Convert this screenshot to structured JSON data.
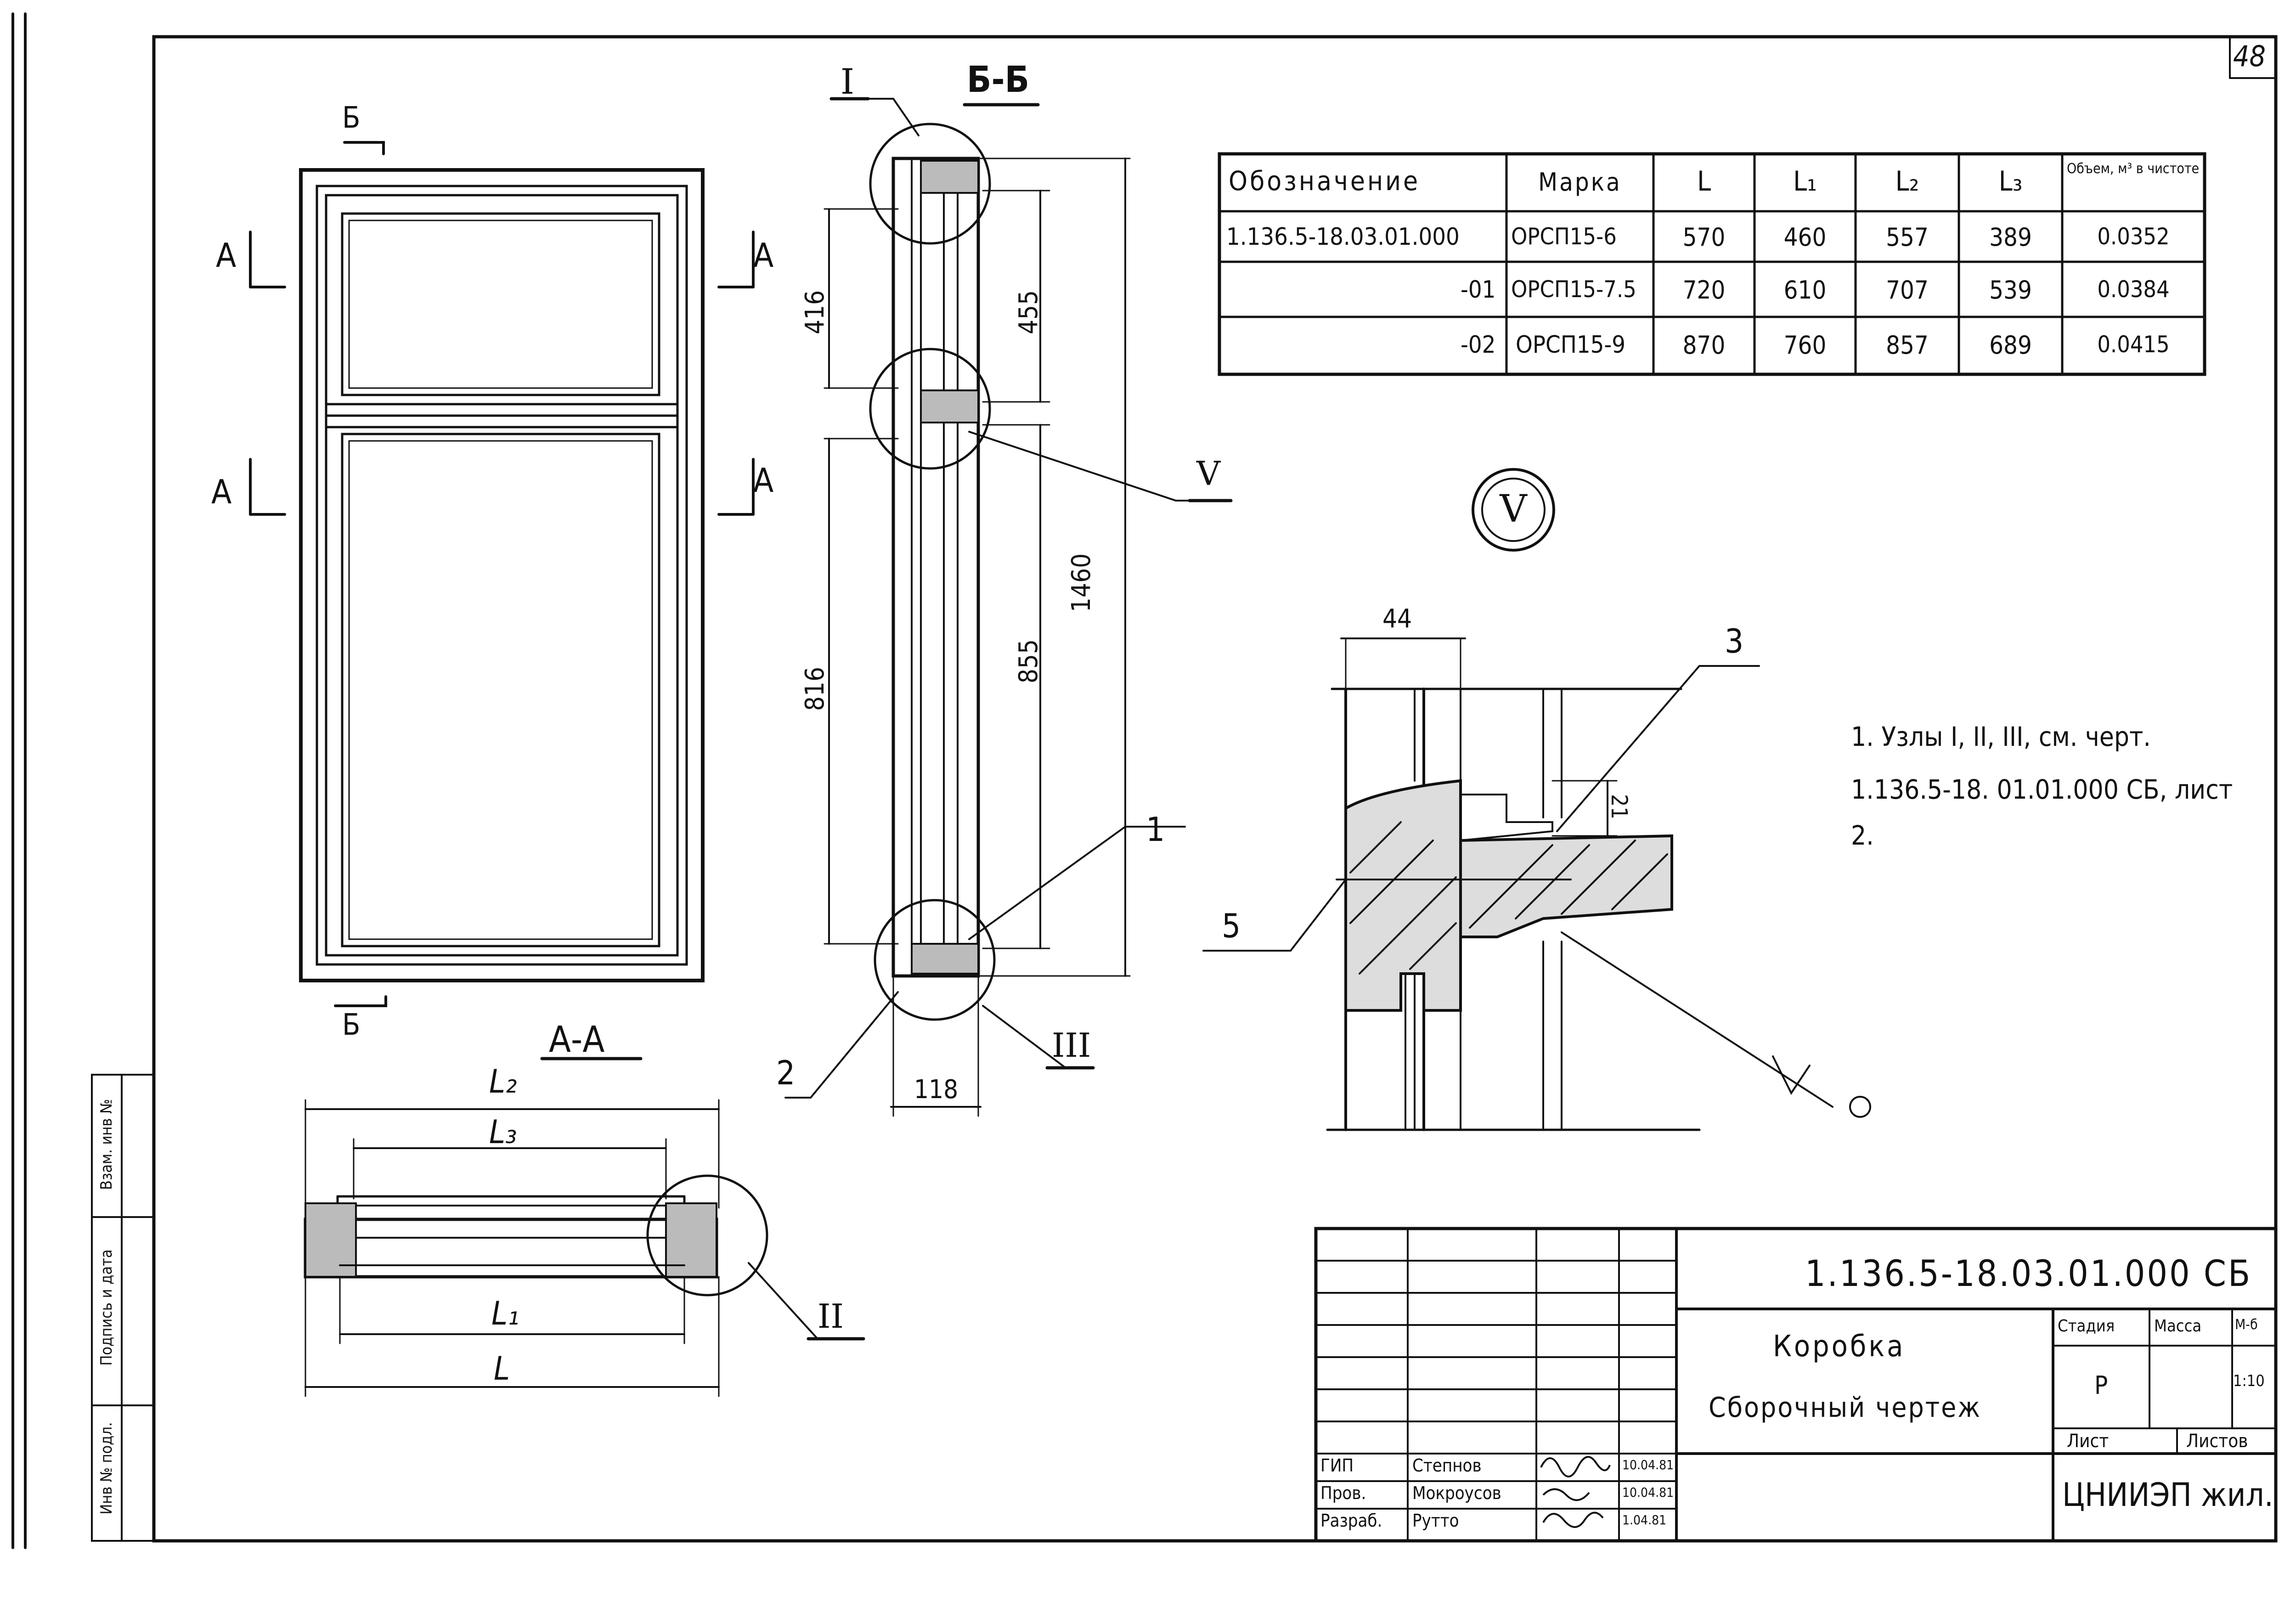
{
  "sheet_number": "48",
  "views": {
    "section_bb": "Б-Б",
    "section_aa": "А-А",
    "cut_b": "Б",
    "cut_a": "А",
    "node_callout_1": "I",
    "node_callout_2": "II",
    "node_callout_3": "III",
    "node_callout_5": "V",
    "node_v_title": "V"
  },
  "dimensions": {
    "d416": "416",
    "d455": "455",
    "d1460": "1460",
    "d816": "816",
    "d855": "855",
    "d118": "118",
    "d44": "44",
    "d21": "21",
    "L2": "L₂",
    "L3": "L₃",
    "L1": "L₁",
    "L": "L"
  },
  "positions": {
    "p1": "1",
    "p2": "2",
    "p3": "3",
    "p5": "5"
  },
  "spec_table": {
    "headers": [
      "Обозначение",
      "Марка",
      "L",
      "L₁",
      "L₂",
      "L₃",
      "Объем, м³ в чистоте"
    ],
    "rows": [
      [
        "1.136.5-18.03.01.000",
        "ОРСП15-6",
        "570",
        "460",
        "557",
        "389",
        "0.0352"
      ],
      [
        "-01",
        "ОРСП15-7.5",
        "720",
        "610",
        "707",
        "539",
        "0.0384"
      ],
      [
        "-02",
        "ОРСП15-9",
        "870",
        "760",
        "857",
        "689",
        "0.0415"
      ]
    ]
  },
  "note": {
    "line1": "1. Узлы I, II, III, см. черт.",
    "line2": "1.136.5-18. 01.01.000 СБ, лист",
    "line3": "2."
  },
  "title_block": {
    "doc_code": "1.136.5-18.03.01.000 СБ",
    "title1": "Коробка",
    "title2": "Сборочный чертеж",
    "stage_label": "Стадия",
    "mass_label": "Масса",
    "scale_label": "М-б",
    "stage_value": "Р",
    "scale_value": "1:10",
    "sheet_label": "Лист",
    "sheets_label": "Листов",
    "org": "ЦНИИЭП жил.",
    "roles": [
      "ГИП",
      "Пров.",
      "Разраб."
    ],
    "names": [
      "Степнов",
      "Мокроусов",
      "Рутто"
    ],
    "dates": [
      "10.04.81",
      "10.04.81",
      "1.04.81"
    ]
  },
  "side_stamp": [
    "Инв № подл.",
    "Подпись и дата",
    "Взам. инв №"
  ]
}
